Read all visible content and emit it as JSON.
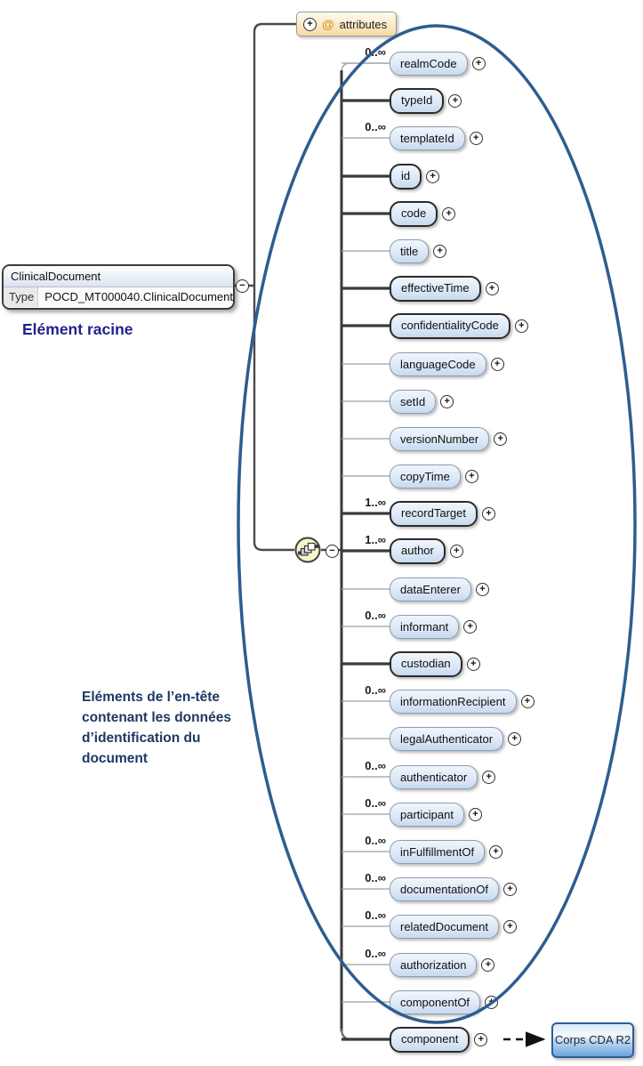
{
  "root": {
    "name": "ClinicalDocument",
    "type_label": "Type",
    "type_value": "POCD_MT000040.ClinicalDocument",
    "collapse_glyph": "−"
  },
  "attributes_box": {
    "expand_glyph": "+",
    "at_symbol": "@",
    "label": "attributes"
  },
  "sequence": {
    "collapse_glyph": "−"
  },
  "annotations": {
    "root_label": "Elément racine",
    "header_label": "Eléments de l’en-tête\ncontenant les données\nd’identification du\ndocument"
  },
  "external": {
    "label": "Corps CDA R2"
  },
  "elements": [
    {
      "name": "realmCode",
      "cardinality": "0..∞",
      "required": false
    },
    {
      "name": "typeId",
      "cardinality": "",
      "required": true
    },
    {
      "name": "templateId",
      "cardinality": "0..∞",
      "required": false
    },
    {
      "name": "id",
      "cardinality": "",
      "required": true
    },
    {
      "name": "code",
      "cardinality": "",
      "required": true
    },
    {
      "name": "title",
      "cardinality": "",
      "required": false
    },
    {
      "name": "effectiveTime",
      "cardinality": "",
      "required": true
    },
    {
      "name": "confidentialityCode",
      "cardinality": "",
      "required": true
    },
    {
      "name": "languageCode",
      "cardinality": "",
      "required": false
    },
    {
      "name": "setId",
      "cardinality": "",
      "required": false
    },
    {
      "name": "versionNumber",
      "cardinality": "",
      "required": false
    },
    {
      "name": "copyTime",
      "cardinality": "",
      "required": false
    },
    {
      "name": "recordTarget",
      "cardinality": "1..∞",
      "required": true
    },
    {
      "name": "author",
      "cardinality": "1..∞",
      "required": true
    },
    {
      "name": "dataEnterer",
      "cardinality": "",
      "required": false
    },
    {
      "name": "informant",
      "cardinality": "0..∞",
      "required": false
    },
    {
      "name": "custodian",
      "cardinality": "",
      "required": true
    },
    {
      "name": "informationRecipient",
      "cardinality": "0..∞",
      "required": false
    },
    {
      "name": "legalAuthenticator",
      "cardinality": "",
      "required": false
    },
    {
      "name": "authenticator",
      "cardinality": "0..∞",
      "required": false
    },
    {
      "name": "participant",
      "cardinality": "0..∞",
      "required": false
    },
    {
      "name": "inFulfillmentOf",
      "cardinality": "0..∞",
      "required": false
    },
    {
      "name": "documentationOf",
      "cardinality": "0..∞",
      "required": false
    },
    {
      "name": "relatedDocument",
      "cardinality": "0..∞",
      "required": false
    },
    {
      "name": "authorization",
      "cardinality": "0..∞",
      "required": false
    },
    {
      "name": "componentOf",
      "cardinality": "",
      "required": false
    },
    {
      "name": "component",
      "cardinality": "",
      "required": true
    }
  ],
  "colors": {
    "ellipse_stroke": "#2d5d8f",
    "required_wire": "#3a3a3a",
    "optional_wire": "#9aa0a6",
    "element_fill_top": "#f0f5fc",
    "element_fill_bottom": "#c8daf0",
    "attributes_fill": "#f6d9a4",
    "annotation_navy": "#1f3864",
    "root_label_blue": "#21218b"
  }
}
